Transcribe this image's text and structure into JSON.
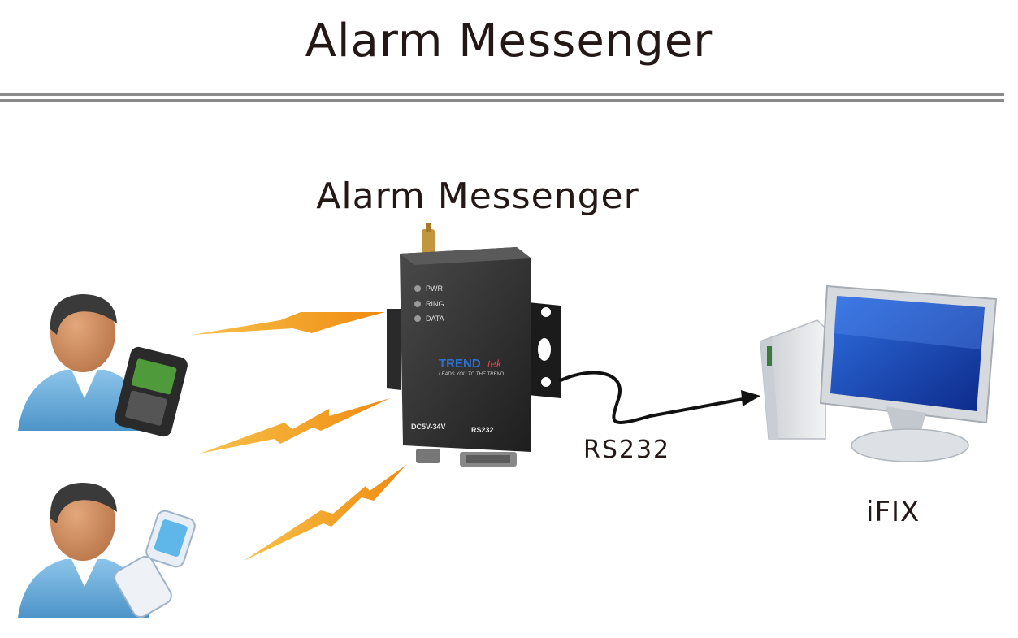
{
  "header": {
    "title": "Alarm Messenger"
  },
  "device": {
    "label": "Alarm Messenger",
    "leds": [
      "PWR",
      "RING",
      "DATA"
    ],
    "brand_primary": "TREND",
    "brand_secondary": "tek",
    "slogan": "LEADS YOU TO THE TREND",
    "power_label": "DC5V-34V",
    "port_label": "RS232"
  },
  "connection": {
    "label": "RS232"
  },
  "host": {
    "label": "iFIX"
  },
  "colors": {
    "title": "#231816",
    "rule": "#8a8a8a",
    "bolt": "#f5a623",
    "device_body": "#2b2b2b",
    "monitor_screen": "#1a3fa8",
    "user_shirt": "#6fb0dd"
  }
}
